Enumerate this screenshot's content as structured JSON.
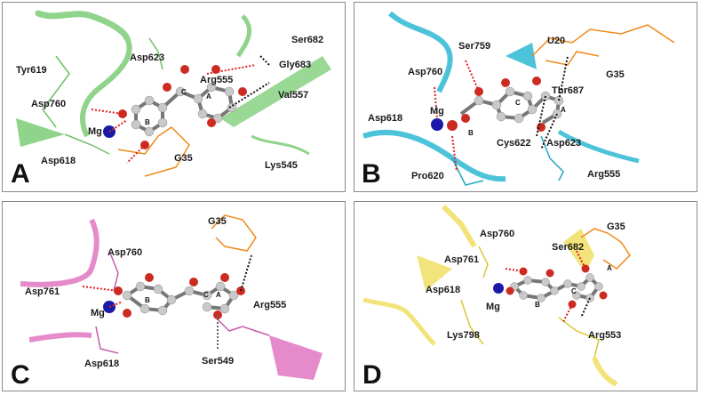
{
  "colors": {
    "panel_a": "#8fd48a",
    "panel_b": "#4cc3d9",
    "panel_c": "#e58bcb",
    "panel_d": "#f2e47a",
    "rna": "#f08a1c",
    "mg": "#1a1aa6",
    "oxygen": "#cc2b22",
    "carbon": "#c9c9c9",
    "hbond_red": "#e02020",
    "hbond_black": "#111111"
  },
  "panels": [
    {
      "letter": "A",
      "labels": [
        "Tyr619",
        "Asp623",
        "Arg555",
        "Ser682",
        "Gly683",
        "Val557",
        "Asp760",
        "Mg",
        "Asp618",
        "G35",
        "Lys545"
      ],
      "rings": [
        "B",
        "C",
        "A"
      ]
    },
    {
      "letter": "B",
      "labels": [
        "Ser759",
        "U20",
        "G35",
        "Asp760",
        "Thr687",
        "Asp618",
        "Mg",
        "Cys622",
        "Asp623",
        "Pro620",
        "Arg555"
      ],
      "rings": [
        "B",
        "C",
        "A"
      ]
    },
    {
      "letter": "C",
      "labels": [
        "G35",
        "Asp760",
        "Asp761",
        "Mg",
        "Arg555",
        "Asp618",
        "Ser549"
      ],
      "rings": [
        "B",
        "C",
        "A"
      ]
    },
    {
      "letter": "D",
      "labels": [
        "G35",
        "Asp760",
        "Ser682",
        "Asp761",
        "Asp618",
        "Mg",
        "Lys798",
        "Arg553"
      ],
      "rings": [
        "B",
        "C",
        "A"
      ]
    }
  ]
}
